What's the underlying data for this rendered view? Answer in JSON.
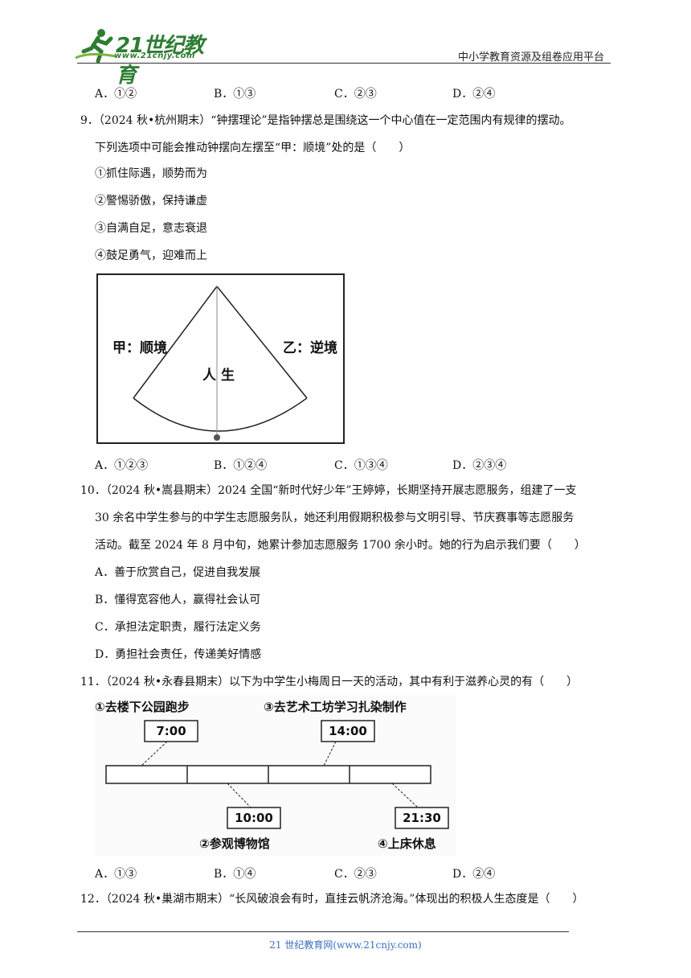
{
  "header": {
    "logo_main": "21世纪教育",
    "logo_url": "www.21cnjy.com",
    "platform": "中小学教育资源及组卷应用平台"
  },
  "q8": {
    "options": [
      "A．①②",
      "B．①③",
      "C．②③",
      "D．②④"
    ]
  },
  "q9": {
    "stem_line1": "9．（2024 秋•杭州期末）“钟摆理论”是指钟摆总是围绕这一个中心值在一定范围内有规律的摆动。",
    "stem_line2": "下列选项中可能会推动钟摆向左摆至“甲：顺境”处的是（　　）",
    "items": [
      "①抓住际遇，顺势而为",
      "②警惕骄傲，保持谦虚",
      "③自满自足，意志衰退",
      "④鼓足勇气，迎难而上"
    ],
    "figure": {
      "left_label": "甲：顺境",
      "right_label": "乙：逆境",
      "center_label": "人生"
    },
    "options": [
      "A．①②③",
      "B．①②④",
      "C．①③④",
      "D．②③④"
    ]
  },
  "q10": {
    "stem_line1": "10．（2024 秋•嵩县期末）2024 全国“新时代好少年”王婷婷，长期坚持开展志愿服务，组建了一支",
    "stem_line2": "30 余名中学生参与的中学生志愿服务队，她还利用假期积极参与文明引导、节庆赛事等志愿服务",
    "stem_line3": "活动。截至 2024 年 8 月中旬，她累计参加志愿服务 1700 余小时。她的行为启示我们要（　　）",
    "options": [
      "A．善于欣赏自己，促进自我发展",
      "B．懂得宽容他人，赢得社会认可",
      "C．承担法定职责，履行法定义务",
      "D．勇担社会责任，传递美好情感"
    ]
  },
  "q11": {
    "stem": "11．（2024 秋•永春县期末）以下为中学生小梅周日一天的活动，其中有利于滋养心灵的有（　　）",
    "timeline": {
      "activities": [
        {
          "label": "①去楼下公园跑步",
          "time": "7:00"
        },
        {
          "label": "②参观博物馆",
          "time": "10:00"
        },
        {
          "label": "③去艺术工坊学习扎染制作",
          "time": "14:00"
        },
        {
          "label": "④上床休息",
          "time": "21:30"
        }
      ]
    },
    "options": [
      "A．①③",
      "B．①④",
      "C．②③",
      "D．②④"
    ]
  },
  "q12": {
    "stem": "12．（2024 秋•巢湖市期末）“长风破浪会有时，直挂云帆济沧海。”体现出的积极人生态度是（　　）"
  },
  "footer": {
    "text": "21 世纪教育网(www.21cnjy.com)"
  }
}
